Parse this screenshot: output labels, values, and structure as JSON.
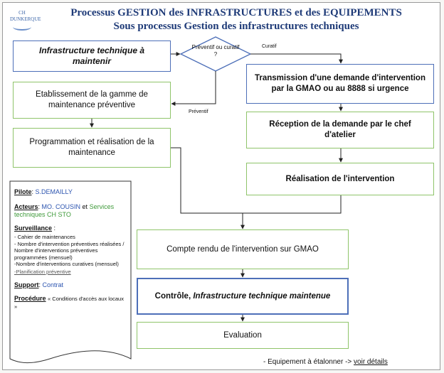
{
  "header": {
    "logo_text": "CH DUNKERQUE",
    "title": "Processus GESTION des INFRASTRUCTURES et des EQUIPEMENTS",
    "subtitle": "Sous processus Gestion des infrastructures techniques"
  },
  "nodes": {
    "start": "Infrastructure technique à maintenir",
    "decision": "Préventif ou curatif ?",
    "gamme": "Etablissement de la gamme de maintenance préventive",
    "programmation": "Programmation et réalisation de la maintenance",
    "transmission": "Transmission d'une demande d'intervention par la GMAO ou au 8888 si urgence",
    "reception": "Réception de la demande par le chef d'atelier",
    "realisation": "Réalisation de l'intervention",
    "compte_rendu": "Compte rendu de l'intervention sur GMAO",
    "controle_prefix": "Contrôle, ",
    "controle_emphasis": "Infrastructure technique maintenue",
    "evaluation": "Evaluation"
  },
  "edge_labels": {
    "curatif": "Curatif",
    "preventif": "Préventif"
  },
  "sidebar": {
    "pilote_label": "Pilote",
    "pilote_value": "S.DEMAILLY",
    "acteurs_label": "Acteurs",
    "acteurs_value": "MO. COUSIN",
    "acteurs_connector": " et ",
    "acteurs_value2": "Services techniques CH STO",
    "surveillance_label": "Surveillance",
    "surveillance_items": [
      "- Cahier de maintenances",
      "- Nombre d'intervention préventives réalisées / Nombre d'interventions préventives programmées (mensuel)",
      "-Nombre d'interventions curatives (mensuel)"
    ],
    "surveillance_link": "-Planification préventive",
    "support_label": "Support",
    "support_value": "Contrat",
    "procedure_label": "Procédure",
    "procedure_value": "« Conditions d'accès aux locaux »"
  },
  "footer": {
    "text": "- Equipement à étalonner -> ",
    "link": "voir détails"
  },
  "colors": {
    "blue_border": "#4d6fb8",
    "green_border": "#8fc46a",
    "title": "#1f3b78",
    "link": "#2d55b0"
  }
}
